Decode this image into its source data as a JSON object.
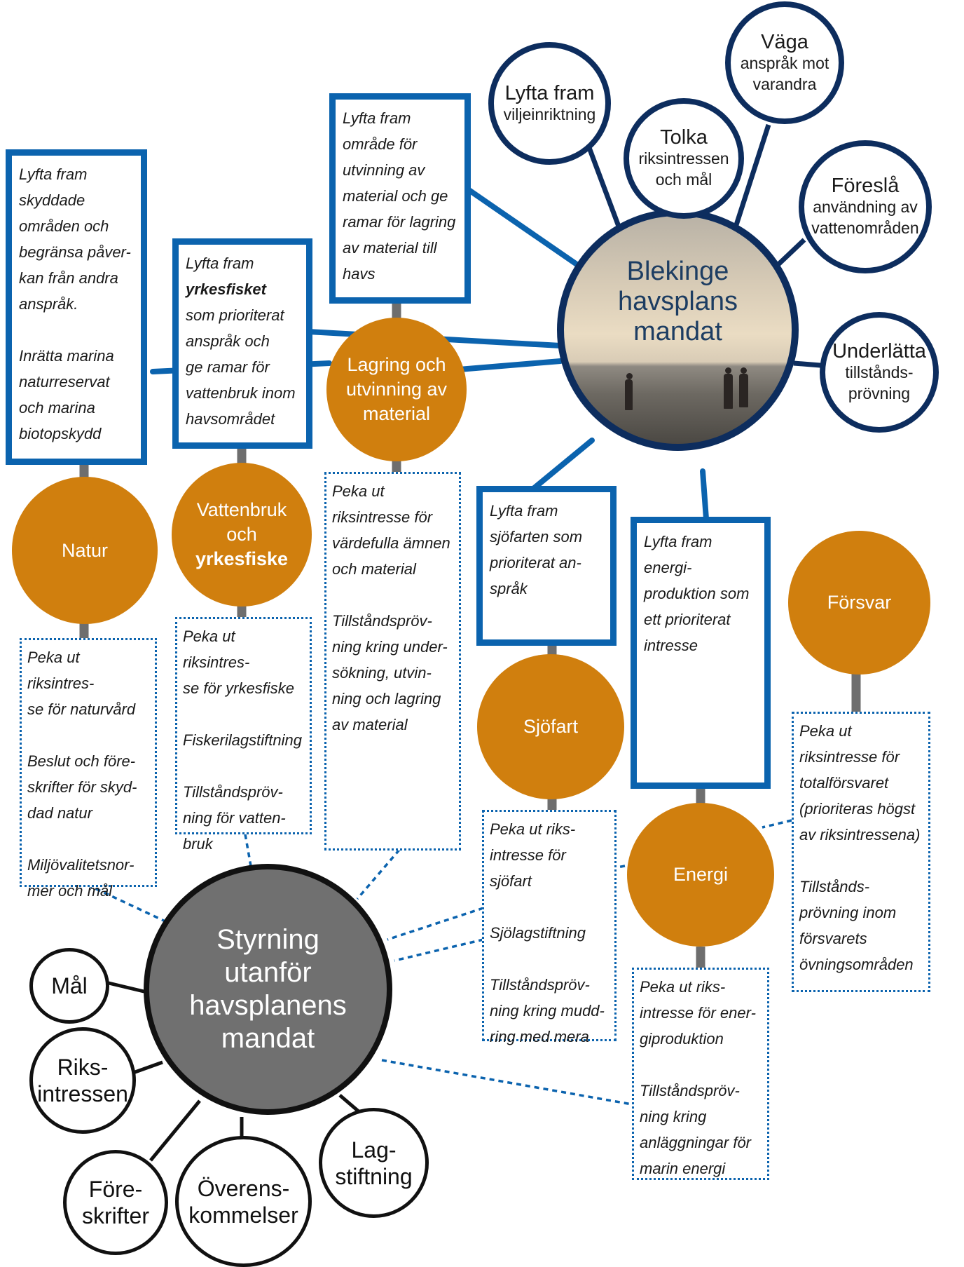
{
  "center": {
    "title": "Blekinge\nhavsplans\nmandat"
  },
  "outer": {
    "title": "Styrning\nutanför\nhavsplanens\nmandat",
    "circles": [
      "Mål",
      "Riks-\nintressen",
      "Före-\nskrifter",
      "Överens-\nkommelser",
      "Lag-\nstiftning"
    ]
  },
  "mandates": {
    "lyfta_vilje": [
      "Lyfta fram",
      "viljeinriktning"
    ],
    "tolka": [
      "Tolka",
      "riksintressen",
      "och mål"
    ],
    "vaga": [
      "Väga",
      "anspråk mot",
      "varandra"
    ],
    "foresla": [
      "Föreslå",
      "användning av",
      "vattenområden"
    ],
    "underlatta": [
      "Underlätta",
      "tillstånds-",
      "prövning"
    ]
  },
  "sectors": {
    "natur": "Natur",
    "vattenbruk": [
      "Vattenbruk",
      "och",
      "yrkesfiske"
    ],
    "lagring": "Lagring och\nutvinning av\nmaterial",
    "sjofart": "Sjöfart",
    "energi": "Energi",
    "forsvar": "Försvar"
  },
  "plan_boxes": {
    "natur": [
      "Lyfta fram\nskyddade\nområden och\nbegränsa påver-\nkan från andra\nanspråk.",
      "Inrätta marina\nnaturreservat\noch marina\nbiotopskydd"
    ],
    "vattenbruk": [
      "Lyfta fram",
      "yrkesfisket",
      "som prioriterat\nanspråk och\nge ramar för\nvattenbruk inom\nhavsområdet"
    ],
    "lagring": [
      "Lyfta fram\nområde för\nutvinning av\nmaterial och ge\nramar för lagring\nav material till\nhavs"
    ],
    "sjofart": [
      "Lyfta fram\nsjöfarten som\nprioriterat an-\nspråk"
    ],
    "energi": [
      "Lyfta fram\nenergi-\nproduktion som\nett prioriterat\nintresse"
    ]
  },
  "outside_boxes": {
    "natur": [
      "Peka ut riksintres-\nse för naturvård",
      "Beslut och före-\nskrifter för skyd-\ndad natur",
      "Miljövalitetsnor-\nmer och mål"
    ],
    "vattenbruk": [
      "Peka ut riksintres-\nse för yrkesfiske",
      "Fiskerilagstiftning",
      "Tillståndspröv-\nning för vatten-\nbruk"
    ],
    "lagring": [
      "Peka ut\nriksintresse för\nvärdefulla ämnen\noch material",
      "Tillståndspröv-\nning kring under-\nsökning,  utvin-\nning och lagring\nav material"
    ],
    "sjofart": [
      "Peka ut riks-\nintresse för sjöfart",
      "Sjölagstiftning",
      "Tillståndspröv-\nning kring mudd-\nring med mera"
    ],
    "energi": [
      "Peka ut riks-\nintresse för ener-\ngiproduktion",
      "Tillståndspröv-\nning kring\nanläggningar för\nmarin energi"
    ],
    "forsvar": [
      "Peka ut\nriksintresse för\ntotalförsvaret\n(prioriteras högst\nav riksintressena)",
      "Tillstånds-\nprövning inom\nförsvarets\növningsområden"
    ]
  },
  "colors": {
    "blue": "#0b63ae",
    "navy": "#0d2d5e",
    "orange": "#d07f0e",
    "gray": "#707070",
    "connector": "#6e6e6e"
  }
}
